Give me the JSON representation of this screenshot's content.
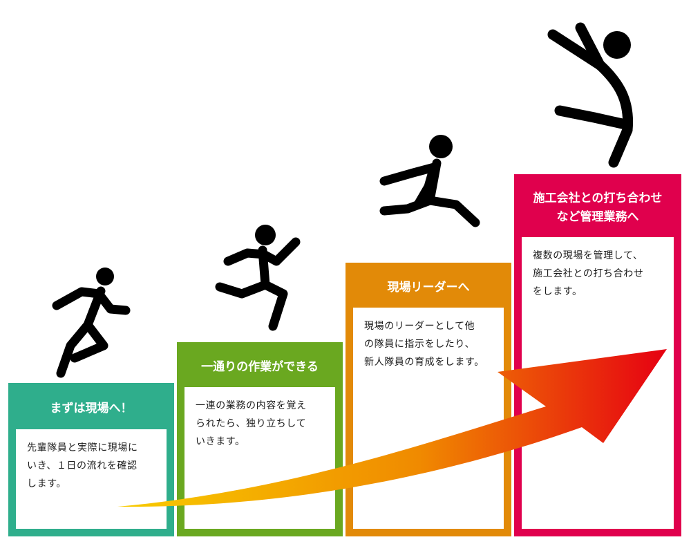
{
  "steps": [
    {
      "title": "まずは現場へ！",
      "text": "先輩隊員と実際に現場に\nいき、１日の流れを確認\nします。"
    },
    {
      "title": "一通りの作業ができる",
      "text": "一連の業務の内容を覚え\nられたら、独り立ちして\nいきます。"
    },
    {
      "title": "現場リーダーへ",
      "text": "現場のリーダーとして他\nの隊員に指示をしたり、\n新人隊員の育成をします。"
    },
    {
      "title": "施工会社との打ち合わせ\nなど管理業務へ",
      "text": "複数の現場を管理して、\n施工会社との打ち合わせ\nをします。"
    }
  ],
  "colors": {
    "step1": "#2fae8c",
    "step2": "#6aa820",
    "step3": "#e28a08",
    "step4": "#e0004d",
    "arrow_start": "#f8cc00",
    "arrow_end": "#e60012",
    "figure": "#000000"
  }
}
